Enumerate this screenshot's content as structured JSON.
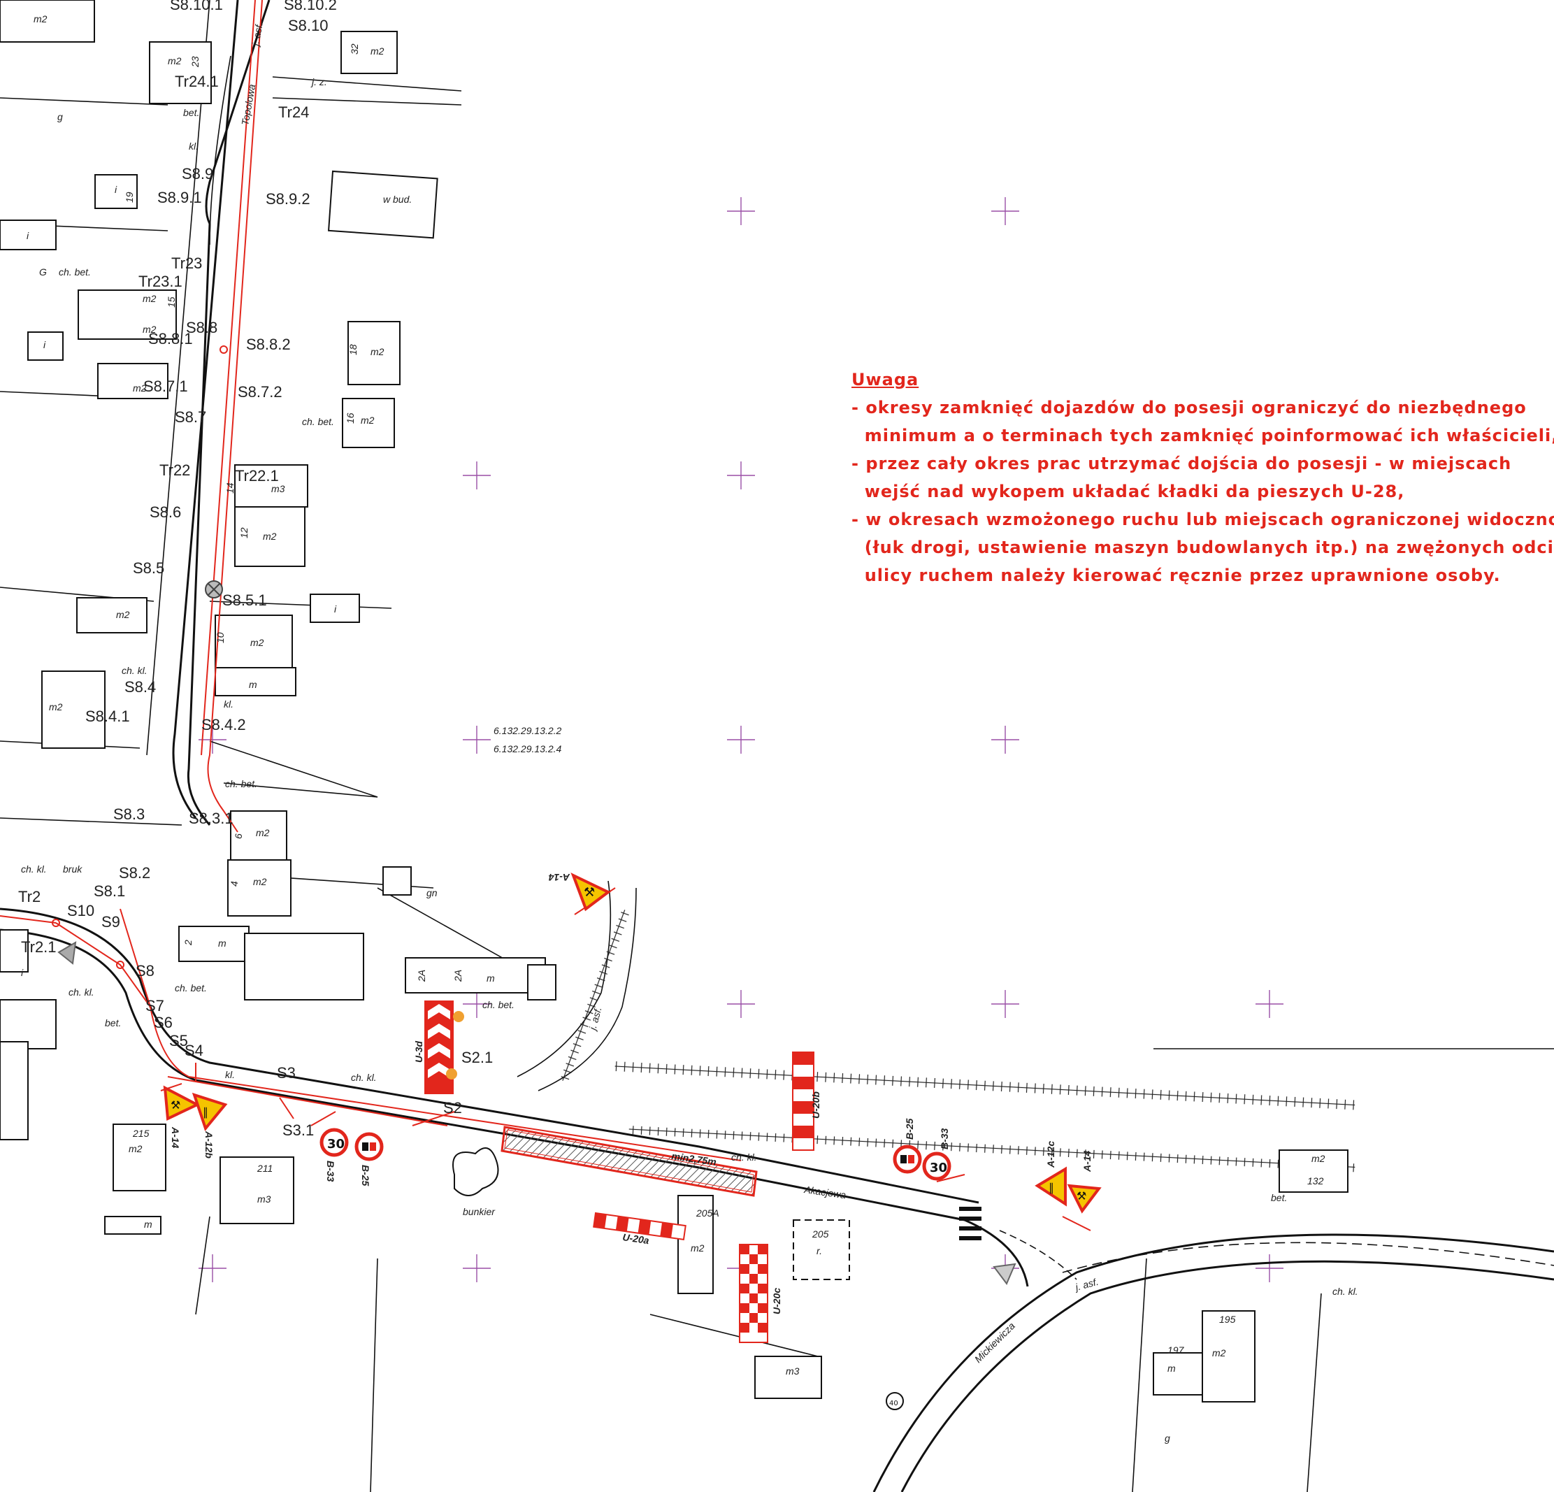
{
  "note": {
    "title": "Uwaga",
    "lines": [
      "- okresy zamknięć dojazdów do posesji ograniczyć do niezbędnego",
      "  minimum a o terminach tych zamknięć poinformować ich właścicieli,",
      "- przez cały okres prac utrzymać dojścia do posesji - w miejscach",
      "  wejść nad wykopem układać kładki da pieszych U-28,",
      "- w okresach wzmożonego ruchu lub miejscach ograniczonej widoczności",
      "  (łuk drogi, ustawienie maszyn budowlanych itp.) na zwężonych odcinkach",
      "  ulicy ruchem należy kierować ręcznie przez uprawnione osoby."
    ]
  },
  "streets": {
    "topolowa": "Topolowa",
    "akacjowa": "Akacjowa",
    "mickiewicza": "Mickiewicza"
  },
  "parcel_codes": [
    "6.132.29.13.2.2",
    "6.132.29.13.2.4"
  ],
  "manholes": {
    "s8_10_1": "S8.10.1",
    "s8_10_2": "S8.10.2",
    "s8_10": "S8.10",
    "tr24_1": "Tr24.1",
    "tr24": "Tr24",
    "s8_9": "S8.9",
    "s8_9_1": "S8.9.1",
    "s8_9_2": "S8.9.2",
    "tr23": "Tr23",
    "tr23_1": "Tr23.1",
    "s8_8": "S8.8",
    "s8_8_1": "S8.8.1",
    "s8_8_2": "S8.8.2",
    "s8_7_1": "S8.7.1",
    "s8_7_2": "S8.7.2",
    "s8_7": "S8.7",
    "tr22": "Tr22",
    "tr22_1": "Tr22.1",
    "s8_6": "S8.6",
    "s8_5": "S8.5",
    "s8_5_1": "S8.5.1",
    "s8_4": "S8.4",
    "s8_4_1": "S8.4.1",
    "s8_4_2": "S8.4.2",
    "s8_3": "S8.3",
    "s8_3_1": "S8.3.1",
    "s8_2": "S8.2",
    "s8_1": "S8.1",
    "tr2": "Tr2",
    "tr2_1": "Tr2.1",
    "s10": "S10",
    "s9": "S9",
    "s8": "S8",
    "s7": "S7",
    "s6": "S6",
    "s5": "S5",
    "s4": "S4",
    "s3": "S3",
    "s3_1": "S3.1",
    "s2": "S2",
    "s2_1": "S2.1"
  },
  "signs": {
    "a14": "A-14",
    "a12b": "A-12b",
    "a12c": "A-12c",
    "b25": "B-25",
    "b33": "B-33",
    "b33_value": "30",
    "u20a": "U-20a",
    "u20b": "U-20b",
    "u20c": "U-20c",
    "u3d": "U-3d"
  },
  "annotations": {
    "min_width": "min2,75m",
    "bunkier": "bunkier",
    "w_bud": "w bud.",
    "ch_bet": "ch. bet.",
    "ch_kl": "ch. kl.",
    "bruk": "bruk",
    "j_asf": "j. asf.",
    "j_z": "j. z.",
    "bet": "bet.",
    "kl": "kl.",
    "gn": "gn"
  },
  "buildings": {
    "n23": "23",
    "n32": "32",
    "n19": "19",
    "n15": "15",
    "n18": "18",
    "n16": "16",
    "n14": "14",
    "n12": "12",
    "n10": "10",
    "n6": "6",
    "n4": "4",
    "n2": "2",
    "n2a": "2A",
    "n2a2": "2A",
    "n215": "215",
    "n211": "211",
    "n205a": "205A",
    "n205": "205",
    "n132": "132",
    "n195": "195",
    "n197": "197",
    "m2": "m2",
    "m3": "m3",
    "m": "m",
    "i": "i",
    "g": "g",
    "r": "r.",
    "G": "G"
  },
  "colors": {
    "accent_red": "#e2261c",
    "grid_cross": "#9a4fa6",
    "sign_yellow": "#f5c400"
  }
}
